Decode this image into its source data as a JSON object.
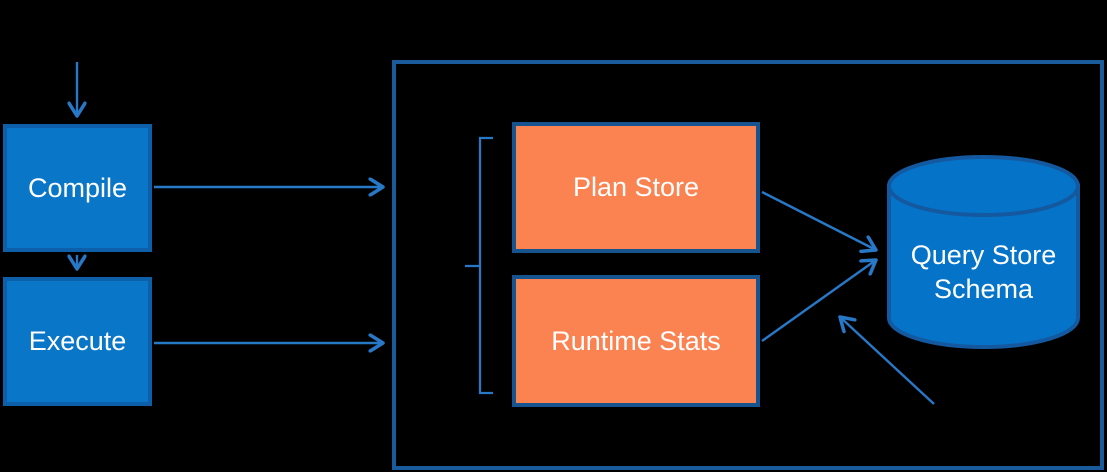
{
  "diagram": {
    "title": "Query Store architecture diagram",
    "nodes": {
      "compile": {
        "label": "Compile",
        "shape": "rectangle",
        "fill": "blue"
      },
      "execute": {
        "label": "Execute",
        "shape": "rectangle",
        "fill": "blue"
      },
      "plan_store": {
        "label": "Plan Store",
        "shape": "rectangle",
        "fill": "orange"
      },
      "runtime_stats": {
        "label": "Runtime Stats",
        "shape": "rectangle",
        "fill": "orange"
      },
      "query_store_schema": {
        "label": "Query Store Schema",
        "shape": "database-cylinder",
        "fill": "blue"
      },
      "query_store_container": {
        "label": "",
        "shape": "outlined-rectangle",
        "contains": [
          "plan_store",
          "runtime_stats",
          "query_store_schema"
        ]
      }
    },
    "edges": [
      {
        "from": "external-top",
        "to": "compile",
        "type": "arrow"
      },
      {
        "from": "compile",
        "to": "execute",
        "type": "arrow"
      },
      {
        "from": "compile",
        "to": "query_store_container",
        "type": "arrow"
      },
      {
        "from": "execute",
        "to": "query_store_container",
        "type": "arrow"
      },
      {
        "from": "plan_store",
        "to": "query_store_schema",
        "type": "arrow"
      },
      {
        "from": "runtime_stats",
        "to": "query_store_schema",
        "type": "arrow"
      },
      {
        "from": "external-bottom-right",
        "to": "query_store_schema",
        "type": "arrow"
      }
    ],
    "annotations": [
      {
        "type": "bracket",
        "groups": [
          "plan_store",
          "runtime_stats"
        ],
        "side": "left"
      }
    ],
    "colors": {
      "bg": "#000000",
      "node_fill": "#0a76c8",
      "node_border": "#0c5fa8",
      "orange_fill": "#fb8251",
      "orange_border": "#17548f",
      "container_border": "#1a5b9c",
      "cylinder_fill": "#0473c8",
      "cylinder_border": "#1459a0",
      "arrow": "#2878c8",
      "text": "#ffffff"
    }
  }
}
